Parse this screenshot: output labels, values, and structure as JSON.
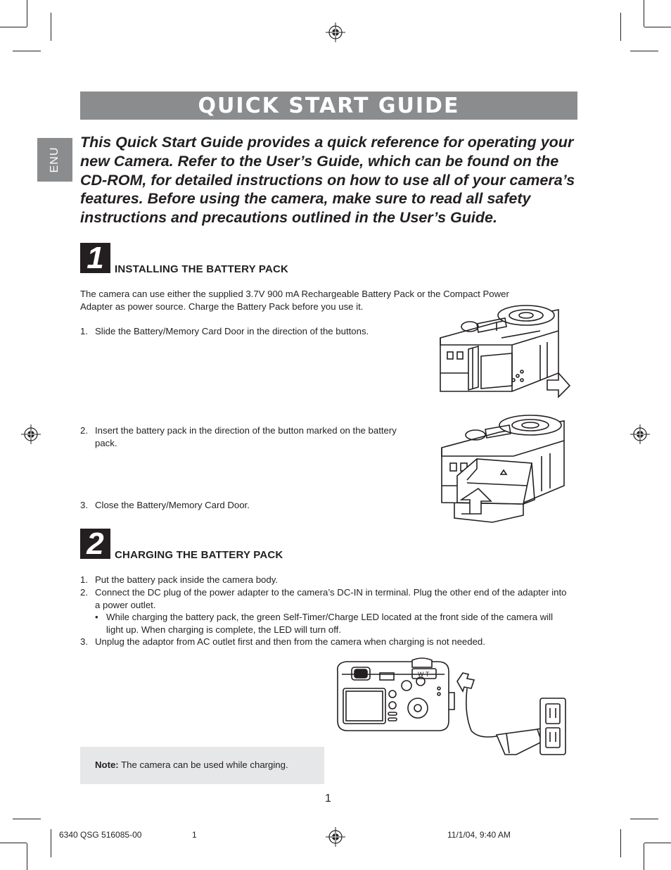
{
  "header": {
    "title": "QUICK START GUIDE"
  },
  "language_tab": {
    "label": "ENU"
  },
  "intro": "This Quick Start Guide provides a quick reference for operating your new Camera. Refer to the User’s Guide, which can be found on the CD-ROM, for detailed instructions on how to use all of your camera’s features. Before using the camera, make sure to read all safety instructions and precautions outlined in the User’s Guide.",
  "section1": {
    "number": "1",
    "heading": "INSTALLING THE BATTERY PACK",
    "body_line1": "The camera can use either the supplied 3.7V 900 mA Rechargeable Battery Pack or the Compact Power",
    "body_line2": "Adapter as power source. Charge the Battery Pack before you use it.",
    "steps": [
      {
        "num": "1.",
        "text": "Slide the Battery/Memory Card Door in the direction of the buttons."
      },
      {
        "num": "2.",
        "text": "Insert the battery pack in the direction of the button marked on the battery pack."
      },
      {
        "num": "3.",
        "text": "Close the Battery/Memory Card Door."
      }
    ]
  },
  "section2": {
    "number": "2",
    "heading": "CHARGING THE BATTERY PACK",
    "steps": [
      {
        "num": "1.",
        "text": "Put the battery pack inside the camera body."
      },
      {
        "num": "2.",
        "text": "Connect the DC plug of the power adapter to the camera’s DC-IN in terminal. Plug the other end of the adapter into a power outlet."
      },
      {
        "num": "3.",
        "text": "Unplug the adaptor from AC outlet first and then from the camera when charging is not needed."
      }
    ],
    "bullet": {
      "mark": "•",
      "text": "While charging the battery pack, the green Self-Timer/Charge LED located at the front side of the camera will light up. When charging is complete, the LED will turn off."
    }
  },
  "note": {
    "label": "Note:",
    "text": " The camera can be used while charging."
  },
  "page_number": "1",
  "footer": {
    "doc_id": "6340 QSG 516085-00",
    "page": "1",
    "timestamp": "11/1/04, 9:40 AM"
  },
  "colors": {
    "bar_gray": "#8a8c8e",
    "note_gray": "#e6e7e8",
    "ink": "#231f20"
  }
}
